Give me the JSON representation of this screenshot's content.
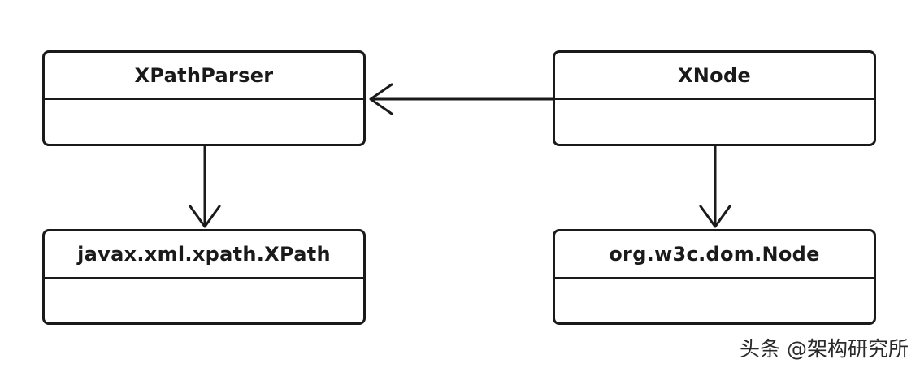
{
  "diagram": {
    "classes": [
      {
        "id": "xpathparser",
        "name": "XPathParser"
      },
      {
        "id": "xnode",
        "name": "XNode"
      },
      {
        "id": "javax",
        "name": "javax.xml.xpath.XPath"
      },
      {
        "id": "orgnode",
        "name": "org.w3c.dom.Node"
      }
    ],
    "relations": [
      {
        "from": "XNode",
        "to": "XPathParser",
        "arrow": "open"
      },
      {
        "from": "XPathParser",
        "to": "javax.xml.xpath.XPath",
        "arrow": "open"
      },
      {
        "from": "XNode",
        "to": "org.w3c.dom.Node",
        "arrow": "open"
      }
    ],
    "colors": {
      "line": "#1a1a1a",
      "background": "#ffffff"
    }
  },
  "watermark": {
    "text": "头条 @架构研究所"
  }
}
